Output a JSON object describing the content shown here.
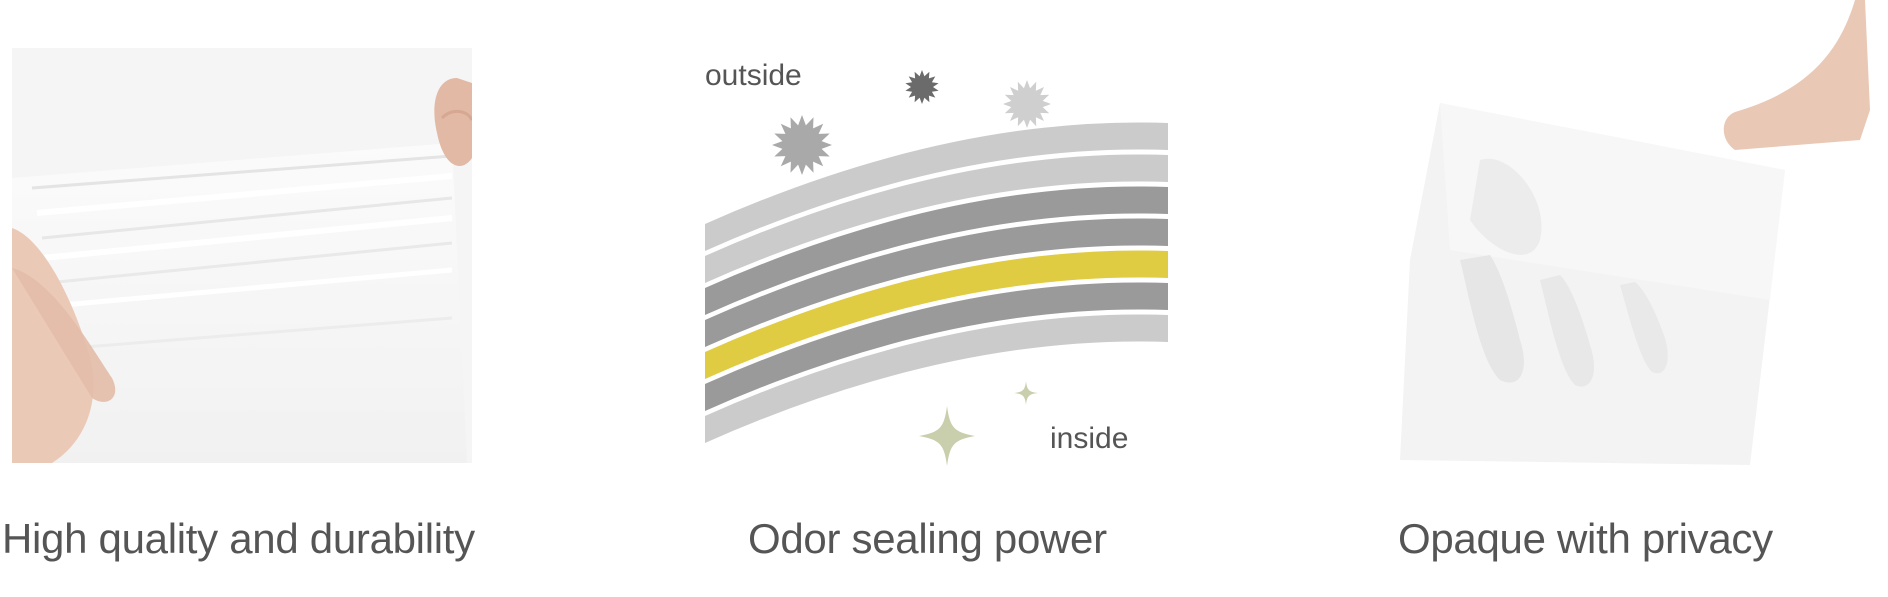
{
  "features": [
    {
      "caption": "High quality and durability"
    },
    {
      "caption": "Odor sealing power",
      "labels": {
        "outside": "outside",
        "inside": "inside"
      }
    },
    {
      "caption": "Opaque with privacy"
    }
  ],
  "colors": {
    "caption_text": "#555555",
    "layer_light": "#cbcbcb",
    "layer_dark": "#9a9a9a",
    "layer_accent": "#e0cc43",
    "odor_dark": "#6b6b6b",
    "odor_mid": "#a9a9a9",
    "odor_light": "#cfcfcf",
    "sparkle": "#c9cfac"
  }
}
